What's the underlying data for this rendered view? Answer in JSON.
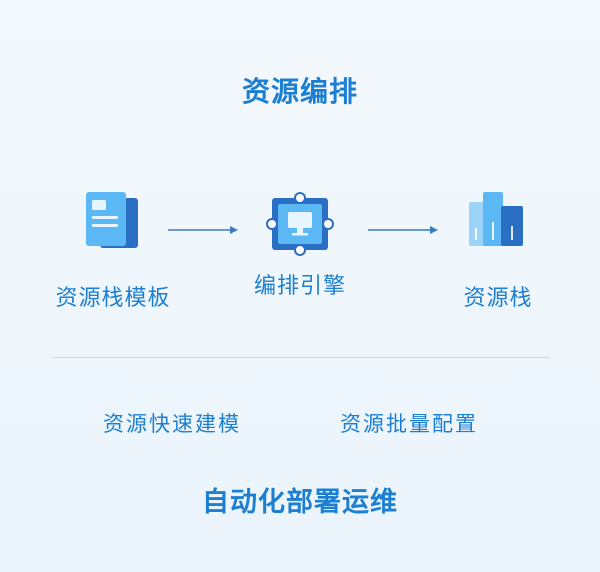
{
  "title": "资源编排",
  "flow": {
    "nodes": [
      {
        "label": "资源栈模板",
        "icon": "template-document-icon"
      },
      {
        "label": "编排引擎",
        "icon": "orchestration-engine-icon"
      },
      {
        "label": "资源栈",
        "icon": "resource-stack-icon"
      }
    ]
  },
  "features": {
    "left": "资源快速建模",
    "right": "资源批量配置"
  },
  "bottom": "自动化部署运维",
  "colors": {
    "accent": "#1d7fd1",
    "icon_light": "#5bb8f5",
    "icon_dark": "#2a6fc4",
    "arrow": "#3a7cc0",
    "divider": "#c9dbea"
  }
}
